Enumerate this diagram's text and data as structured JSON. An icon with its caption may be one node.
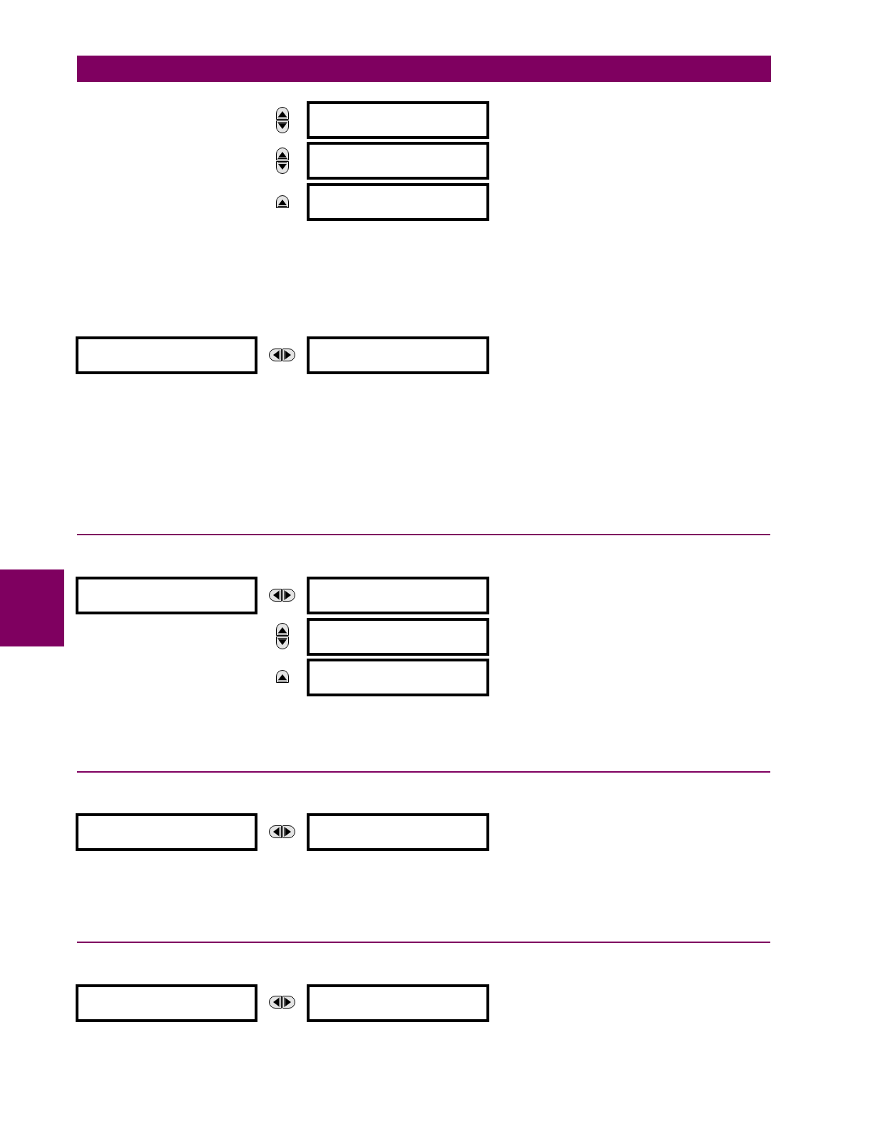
{
  "diagram": {
    "nodes": [
      {
        "text": [],
        "shape": "box"
      },
      {
        "text": [],
        "shape": "box"
      },
      {
        "text": [],
        "shape": "box"
      },
      {
        "text": [],
        "shape": "box"
      },
      {
        "text": [],
        "shape": "box"
      },
      {
        "text": [],
        "shape": "bar"
      },
      {
        "text": [],
        "shape": "box"
      },
      {
        "text": [],
        "shape": "box"
      },
      {
        "text": [],
        "shape": "box"
      },
      {
        "text": [],
        "shape": "box"
      },
      {
        "text": [],
        "shape": "box"
      },
      {
        "text": [],
        "shape": "box"
      },
      {
        "text": [],
        "shape": "box"
      },
      {
        "text": [],
        "shape": "box"
      }
    ]
  }
}
